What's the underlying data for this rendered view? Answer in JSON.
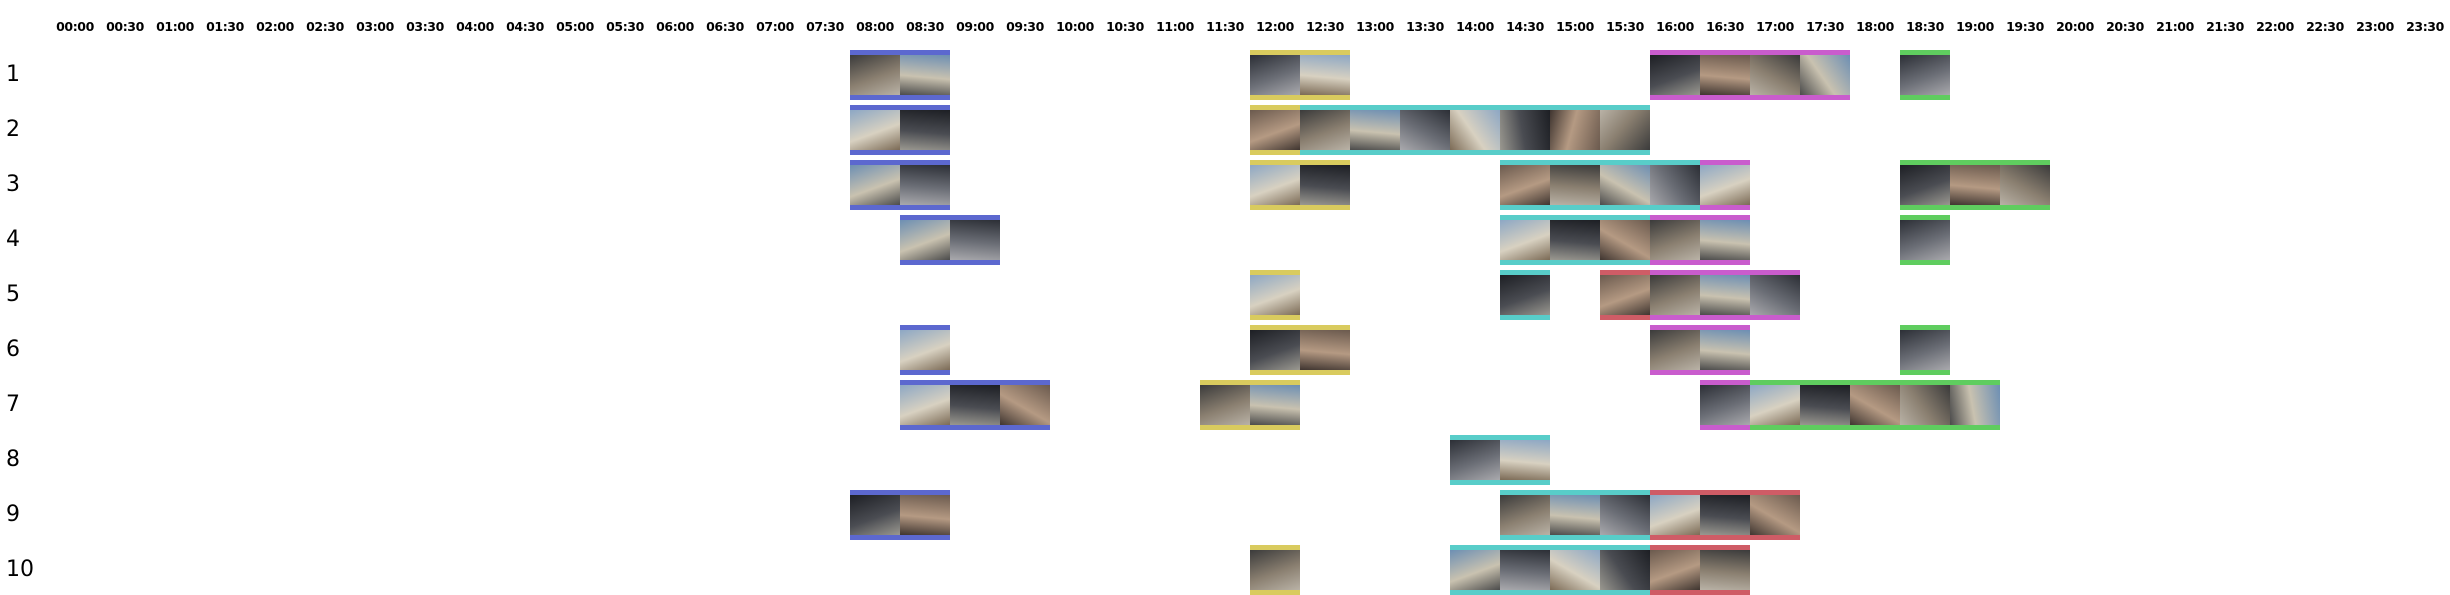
{
  "time_ticks": [
    "00:00",
    "00:30",
    "01:00",
    "01:30",
    "02:00",
    "02:30",
    "03:00",
    "03:30",
    "04:00",
    "04:30",
    "05:00",
    "05:30",
    "06:00",
    "06:30",
    "07:00",
    "07:30",
    "08:00",
    "08:30",
    "09:00",
    "09:30",
    "10:00",
    "10:30",
    "11:00",
    "11:30",
    "12:00",
    "12:30",
    "13:00",
    "13:30",
    "14:00",
    "14:30",
    "15:00",
    "15:30",
    "16:00",
    "16:30",
    "17:00",
    "17:30",
    "18:00",
    "18:30",
    "19:00",
    "19:30",
    "20:00",
    "20:30",
    "21:00",
    "21:30",
    "22:00",
    "22:30",
    "23:00",
    "23:30"
  ],
  "colors": {
    "blue": "#5c68cf",
    "yellow": "#d9cb5e",
    "cyan": "#58cdc9",
    "magenta": "#c95ccd",
    "green": "#5fcd5f",
    "red": "#cf5c66"
  },
  "rows": [
    {
      "label": "1",
      "segments": [
        {
          "start": "08:00",
          "end": "09:00",
          "color": "blue"
        },
        {
          "start": "12:00",
          "end": "13:00",
          "color": "yellow"
        },
        {
          "start": "16:00",
          "end": "18:00",
          "color": "magenta"
        },
        {
          "start": "18:30",
          "end": "19:00",
          "color": "green"
        }
      ]
    },
    {
      "label": "2",
      "segments": [
        {
          "start": "08:00",
          "end": "09:00",
          "color": "blue"
        },
        {
          "start": "12:00",
          "end": "12:30",
          "color": "yellow"
        },
        {
          "start": "12:30",
          "end": "16:00",
          "color": "cyan"
        }
      ]
    },
    {
      "label": "3",
      "segments": [
        {
          "start": "08:00",
          "end": "09:00",
          "color": "blue"
        },
        {
          "start": "12:00",
          "end": "13:00",
          "color": "yellow"
        },
        {
          "start": "14:30",
          "end": "16:30",
          "color": "cyan"
        },
        {
          "start": "16:30",
          "end": "17:00",
          "color": "magenta"
        },
        {
          "start": "18:30",
          "end": "20:00",
          "color": "green"
        }
      ]
    },
    {
      "label": "4",
      "segments": [
        {
          "start": "08:30",
          "end": "09:30",
          "color": "blue"
        },
        {
          "start": "14:30",
          "end": "16:00",
          "color": "cyan"
        },
        {
          "start": "16:00",
          "end": "17:00",
          "color": "magenta"
        },
        {
          "start": "18:30",
          "end": "19:00",
          "color": "green"
        }
      ]
    },
    {
      "label": "5",
      "segments": [
        {
          "start": "12:00",
          "end": "12:30",
          "color": "yellow"
        },
        {
          "start": "14:30",
          "end": "15:00",
          "color": "cyan"
        },
        {
          "start": "15:30",
          "end": "16:00",
          "color": "red"
        },
        {
          "start": "16:00",
          "end": "17:30",
          "color": "magenta"
        }
      ]
    },
    {
      "label": "6",
      "segments": [
        {
          "start": "08:30",
          "end": "09:00",
          "color": "blue"
        },
        {
          "start": "12:00",
          "end": "13:00",
          "color": "yellow"
        },
        {
          "start": "16:00",
          "end": "17:00",
          "color": "magenta"
        },
        {
          "start": "18:30",
          "end": "19:00",
          "color": "green"
        }
      ]
    },
    {
      "label": "7",
      "segments": [
        {
          "start": "08:30",
          "end": "10:00",
          "color": "blue"
        },
        {
          "start": "11:30",
          "end": "12:30",
          "color": "yellow"
        },
        {
          "start": "16:30",
          "end": "17:00",
          "color": "magenta"
        },
        {
          "start": "17:00",
          "end": "19:30",
          "color": "green"
        }
      ]
    },
    {
      "label": "8",
      "segments": [
        {
          "start": "14:00",
          "end": "15:00",
          "color": "cyan"
        }
      ]
    },
    {
      "label": "9",
      "segments": [
        {
          "start": "08:00",
          "end": "09:00",
          "color": "blue"
        },
        {
          "start": "14:30",
          "end": "16:00",
          "color": "cyan"
        },
        {
          "start": "16:00",
          "end": "17:30",
          "color": "red"
        }
      ]
    },
    {
      "label": "10",
      "segments": [
        {
          "start": "12:00",
          "end": "12:30",
          "color": "yellow"
        },
        {
          "start": "14:00",
          "end": "16:00",
          "color": "cyan"
        },
        {
          "start": "16:00",
          "end": "17:00",
          "color": "red"
        }
      ]
    }
  ]
}
